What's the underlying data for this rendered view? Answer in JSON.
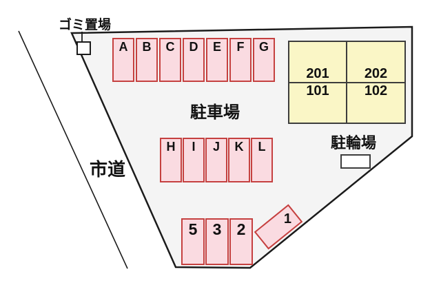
{
  "labels": {
    "garbage_area": "ゴミ置場",
    "parking_lot": "駐車場",
    "bicycle_parking": "駐輪場",
    "city_road": "市道"
  },
  "spaces": {
    "top_row": [
      "A",
      "B",
      "C",
      "D",
      "E",
      "F",
      "G"
    ],
    "middle_row": [
      "H",
      "I",
      "J",
      "K",
      "L"
    ],
    "bottom_row": [
      "5",
      "3",
      "2"
    ],
    "angled_space": "1"
  },
  "building": {
    "units": [
      [
        "201",
        "202"
      ],
      [
        "101",
        "102"
      ]
    ]
  },
  "colors": {
    "space_fill": "#fadbe1",
    "space_border": "#c5403f",
    "building_fill": "#faf6c6",
    "building_border": "#3c3c3c",
    "site_fill": "#f4f4f4",
    "line_color": "#1b1b1b",
    "text_color": "#111111"
  }
}
